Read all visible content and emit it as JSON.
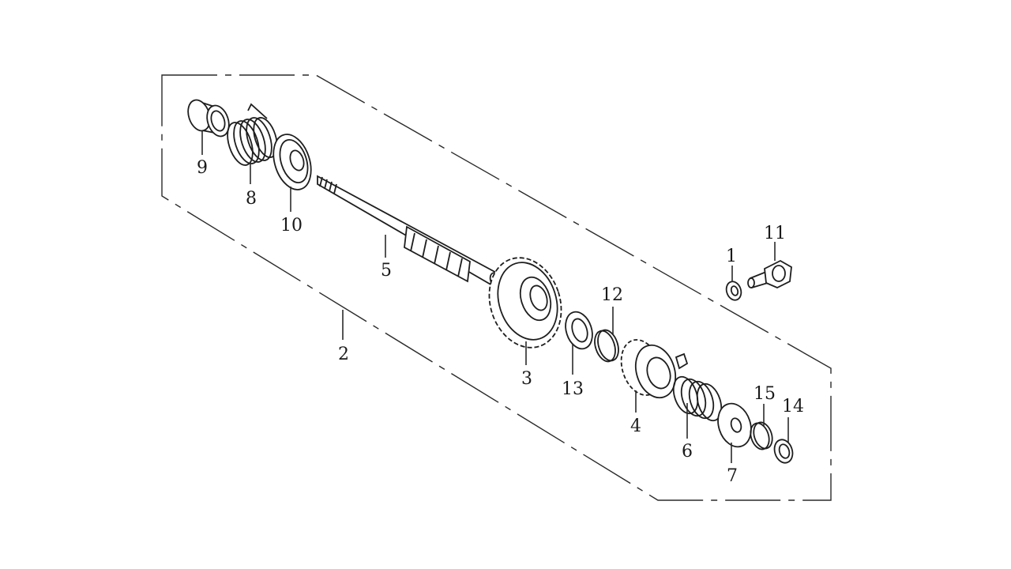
{
  "diagram": {
    "line_color": "#1e1e1e",
    "fill_color": "#ffffff",
    "labels": {
      "p1": "1",
      "p2": "2",
      "p3": "3",
      "p4": "4",
      "p5": "5",
      "p6": "6",
      "p7": "7",
      "p8": "8",
      "p9": "9",
      "p10": "10",
      "p11": "11",
      "p12": "12",
      "p13": "13",
      "p14": "14",
      "p15": "15"
    }
  }
}
